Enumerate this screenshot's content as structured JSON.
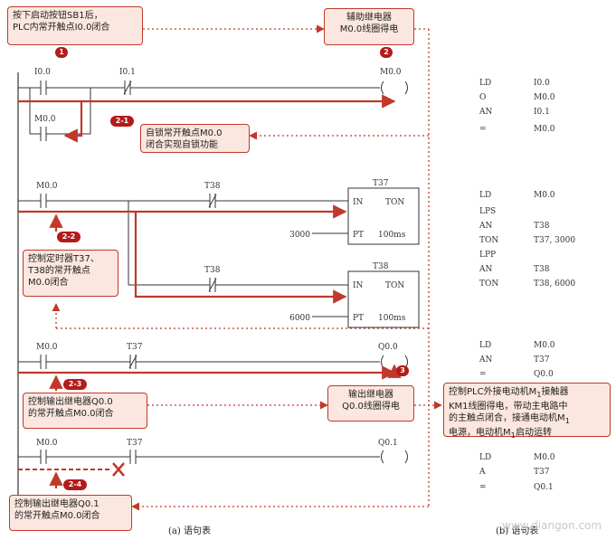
{
  "rung1": {
    "contacts": [
      "I0.0",
      "I0.1",
      "M0.0"
    ],
    "coil": "M0.0",
    "stl": [
      {
        "op": "LD",
        "arg": "I0.0"
      },
      {
        "op": "O",
        "arg": "M0.0"
      },
      {
        "op": "AN",
        "arg": "I0.1"
      },
      {
        "op": "=",
        "arg": "M0.0"
      }
    ]
  },
  "rung2": {
    "contacts": [
      "M0.0",
      "T38",
      "T38"
    ],
    "timer1": {
      "name": "T37",
      "in": "IN",
      "type": "TON",
      "pt": "PT",
      "preset": "3000",
      "unit": "100ms"
    },
    "timer2": {
      "name": "T38",
      "in": "IN",
      "type": "TON",
      "pt": "PT",
      "preset": "6000",
      "unit": "100ms"
    },
    "stl": [
      {
        "op": "LD",
        "arg": "M0.0"
      },
      {
        "op": "LPS",
        "arg": ""
      },
      {
        "op": "AN",
        "arg": "T38"
      },
      {
        "op": "TON",
        "arg": "T37, 3000"
      },
      {
        "op": "LPP",
        "arg": ""
      },
      {
        "op": "AN",
        "arg": "T38"
      },
      {
        "op": "TON",
        "arg": "T38, 6000"
      }
    ]
  },
  "rung3": {
    "contacts": [
      "M0.0",
      "T37"
    ],
    "coil": "Q0.0",
    "stl": [
      {
        "op": "LD",
        "arg": "M0.0"
      },
      {
        "op": "AN",
        "arg": "T37"
      },
      {
        "op": "=",
        "arg": "Q0.0"
      }
    ]
  },
  "rung4": {
    "contacts": [
      "M0.0",
      "T37"
    ],
    "coil": "Q0.1",
    "stl": [
      {
        "op": "LD",
        "arg": "M0.0"
      },
      {
        "op": "A",
        "arg": "T37"
      },
      {
        "op": "=",
        "arg": "Q0.1"
      }
    ]
  },
  "notes": {
    "n1": "按下启动按钮SB1后，PLC内常开触点I0.0闭合",
    "n1_l1": "按下启动按钮SB1后，",
    "n1_l2": "PLC内常开触点I0.0闭合",
    "n2": "辅助继电器M0.0线圈得电",
    "n2_l1": "辅助继电器",
    "n2_l2": "M0.0线圈得电",
    "n21": "自锁常开触点M0.0闭合实现自锁功能",
    "n21_l1": "自锁常开触点M0.0",
    "n21_l2": "闭合实现自锁功能",
    "n22": "控制定时器T37、T38的常开触点M0.0闭合",
    "n22_l1": "控制定时器T37、",
    "n22_l2": "T38的常开触点",
    "n22_l3": "M0.0闭合",
    "n23": "控制输出继电器Q0.0的常开触点M0.0闭合",
    "n23_l1": "控制输出继电器Q0.0",
    "n23_l2": "的常开触点M0.0闭合",
    "n24": "控制输出继电器Q0.1的常开触点M0.0闭合",
    "n24_l1": "控制输出继电器Q0.1",
    "n24_l2": "的常开触点M0.0闭合",
    "n3": "输出继电器Q0.0线圈得电",
    "n3_l1": "输出继电器",
    "n3_l2": "Q0.0线圈得电",
    "n4_l1": "控制PLC外接电动机M",
    "n4_s1": "1",
    "n4_l1b": "接触器",
    "n4_l2": "KM1线圈得电，带动主电路中",
    "n4_l3": "的主触点闭合，接通电动机M",
    "n4_s3": "1",
    "n4_l4a": "电源，电动机M",
    "n4_s4": "1",
    "n4_l4b": "启动运转"
  },
  "badges": {
    "b1": "1",
    "b2": "2",
    "b21": "2-1",
    "b22": "2-2",
    "b23": "2-3",
    "b24": "2-4",
    "b3": "3"
  },
  "captions": {
    "left": "(a) 语句表",
    "right": "(b) 语句表"
  },
  "watermark": "www.diangon.com",
  "colors": {
    "red": "#c0392b",
    "box_fill": "#fbe7df",
    "line": "#333333",
    "badge": "#b31b1b"
  }
}
